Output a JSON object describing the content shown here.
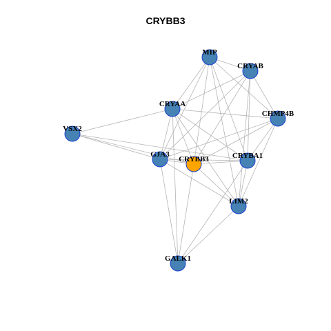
{
  "title": "CRYBB3",
  "colors": {
    "default_node": "#4682b4",
    "focus_node": "#ffa500",
    "node_border": "#1a3fd0",
    "edge": "#b4b4b4"
  },
  "focus": "CRYBB3",
  "nodes": [
    "MIP",
    "CRYAB",
    "CRYAA",
    "CHMP4B",
    "VSX2",
    "GJA3",
    "CRYBB3",
    "CRYBA1",
    "LIM2",
    "GALK1"
  ],
  "edges": [
    [
      "MIP",
      "CRYAB"
    ],
    [
      "MIP",
      "CRYAA"
    ],
    [
      "MIP",
      "CHMP4B"
    ],
    [
      "MIP",
      "GJA3"
    ],
    [
      "MIP",
      "CRYBB3"
    ],
    [
      "MIP",
      "CRYBA1"
    ],
    [
      "MIP",
      "LIM2"
    ],
    [
      "CRYAB",
      "CRYAA"
    ],
    [
      "CRYAB",
      "CHMP4B"
    ],
    [
      "CRYAB",
      "GJA3"
    ],
    [
      "CRYAB",
      "CRYBB3"
    ],
    [
      "CRYAB",
      "CRYBA1"
    ],
    [
      "CRYAB",
      "LIM2"
    ],
    [
      "CRYAA",
      "CHMP4B"
    ],
    [
      "CRYAA",
      "VSX2"
    ],
    [
      "CRYAA",
      "GJA3"
    ],
    [
      "CRYAA",
      "CRYBB3"
    ],
    [
      "CRYAA",
      "CRYBA1"
    ],
    [
      "CRYAA",
      "LIM2"
    ],
    [
      "CRYAA",
      "GALK1"
    ],
    [
      "CHMP4B",
      "GJA3"
    ],
    [
      "CHMP4B",
      "CRYBB3"
    ],
    [
      "CHMP4B",
      "CRYBA1"
    ],
    [
      "CHMP4B",
      "LIM2"
    ],
    [
      "VSX2",
      "GJA3"
    ],
    [
      "VSX2",
      "CRYBB3"
    ],
    [
      "VSX2",
      "CRYBA1"
    ],
    [
      "GJA3",
      "CRYBB3"
    ],
    [
      "GJA3",
      "CRYBA1"
    ],
    [
      "GJA3",
      "LIM2"
    ],
    [
      "GJA3",
      "GALK1"
    ],
    [
      "CRYBB3",
      "CRYBA1"
    ],
    [
      "CRYBB3",
      "LIM2"
    ],
    [
      "CRYBB3",
      "GALK1"
    ],
    [
      "CRYBA1",
      "LIM2"
    ],
    [
      "CRYBA1",
      "GALK1"
    ],
    [
      "LIM2",
      "GALK1"
    ]
  ]
}
